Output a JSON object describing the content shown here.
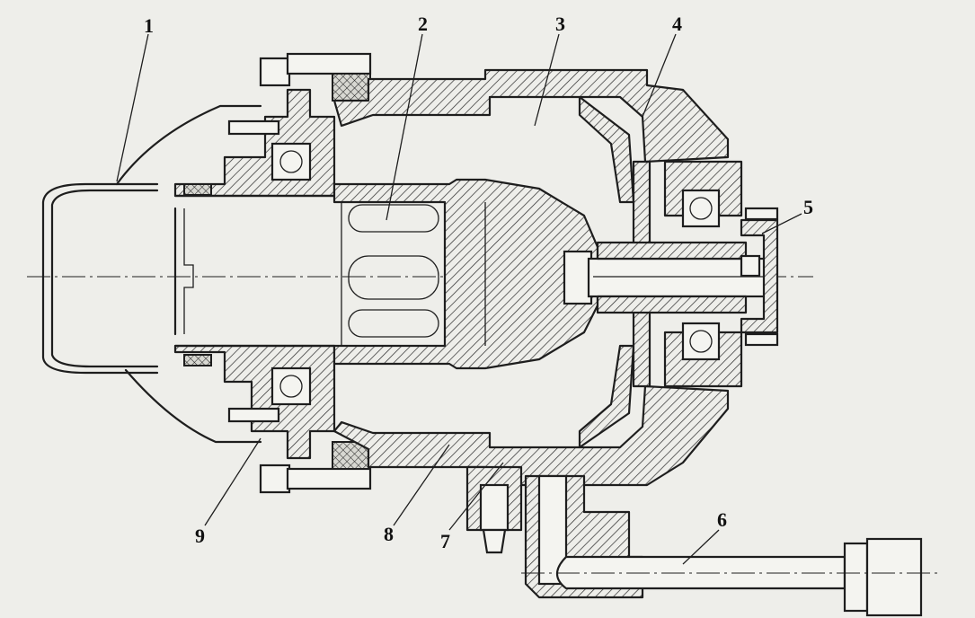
{
  "diagram": {
    "callouts": [
      {
        "id": "1",
        "label": "1"
      },
      {
        "id": "2",
        "label": "2"
      },
      {
        "id": "3",
        "label": "3"
      },
      {
        "id": "4",
        "label": "4"
      },
      {
        "id": "5",
        "label": "5"
      },
      {
        "id": "6",
        "label": "6"
      },
      {
        "id": "7",
        "label": "7"
      },
      {
        "id": "8",
        "label": "8"
      },
      {
        "id": "9",
        "label": "9"
      }
    ],
    "colors": {
      "line": "#1e1e1e",
      "paper": "#eeeeea"
    }
  }
}
